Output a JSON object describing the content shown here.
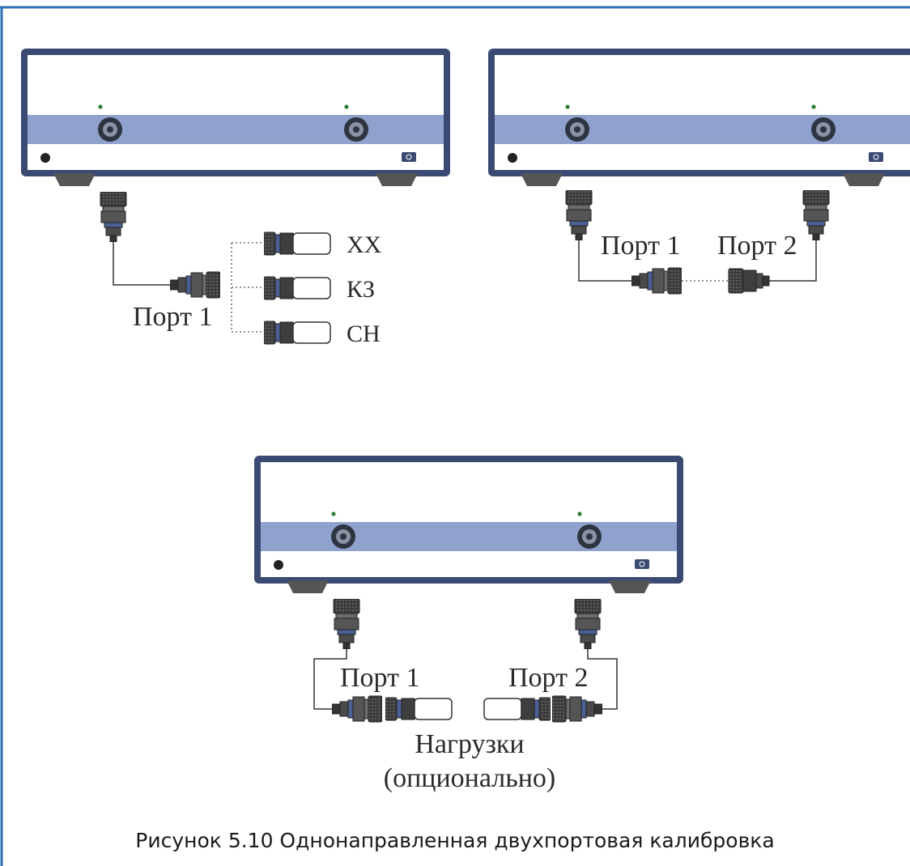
{
  "diagrams": {
    "one_port": {
      "port_label": "Порт 1",
      "standards": [
        "ХХ",
        "КЗ",
        "СН"
      ]
    },
    "two_port_thru": {
      "port1_label": "Порт 1",
      "port2_label": "Порт 2"
    },
    "two_port_loads": {
      "port1_label": "Порт 1",
      "port2_label": "Порт 2",
      "loads_label_line1": "Нагрузки",
      "loads_label_line2": "(опционально)"
    }
  },
  "caption": "Рисунок 5.10 Однонаправленная двухпортовая калибровка",
  "colors": {
    "frame_border": "#2f6fb3",
    "instrument_outline": "#3a4a72",
    "front_band": "#8ea2cd",
    "port_connector": "#2e3440",
    "led": "#2e7d32",
    "cable": "#333333",
    "standard_body": "#4a4a4a"
  }
}
